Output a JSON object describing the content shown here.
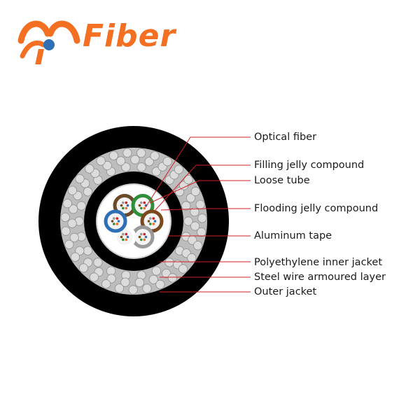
{
  "logo": {
    "text": "Fiber",
    "color": "#f36f21",
    "accent_color": "#2f6fb5"
  },
  "colors": {
    "jacket": "#000000",
    "armour_wire": "#dcdcdc",
    "callout_line": "#d21f26",
    "tube_colors": [
      "#6b4a2a",
      "#2f8f3a",
      "#7a4a1e",
      "#9a9a9a",
      "#ffffff",
      "#2f6fb5"
    ]
  },
  "callouts": [
    {
      "id": "optical-fiber",
      "label": "Optical fiber"
    },
    {
      "id": "filling-jelly-compound",
      "label": "Filling jelly compound"
    },
    {
      "id": "loose-tube",
      "label": "Loose tube"
    },
    {
      "id": "flooding-jelly-compound",
      "label": "Flooding jelly compound"
    },
    {
      "id": "aluminum-tape",
      "label": "Aluminum tape"
    },
    {
      "id": "polyethylene-inner-jacket",
      "label": "Polyethylene inner jacket"
    },
    {
      "id": "steel-wire-armoured-layer",
      "label": "Steel wire armoured layer"
    },
    {
      "id": "outer-jacket",
      "label": "Outer jacket"
    }
  ]
}
